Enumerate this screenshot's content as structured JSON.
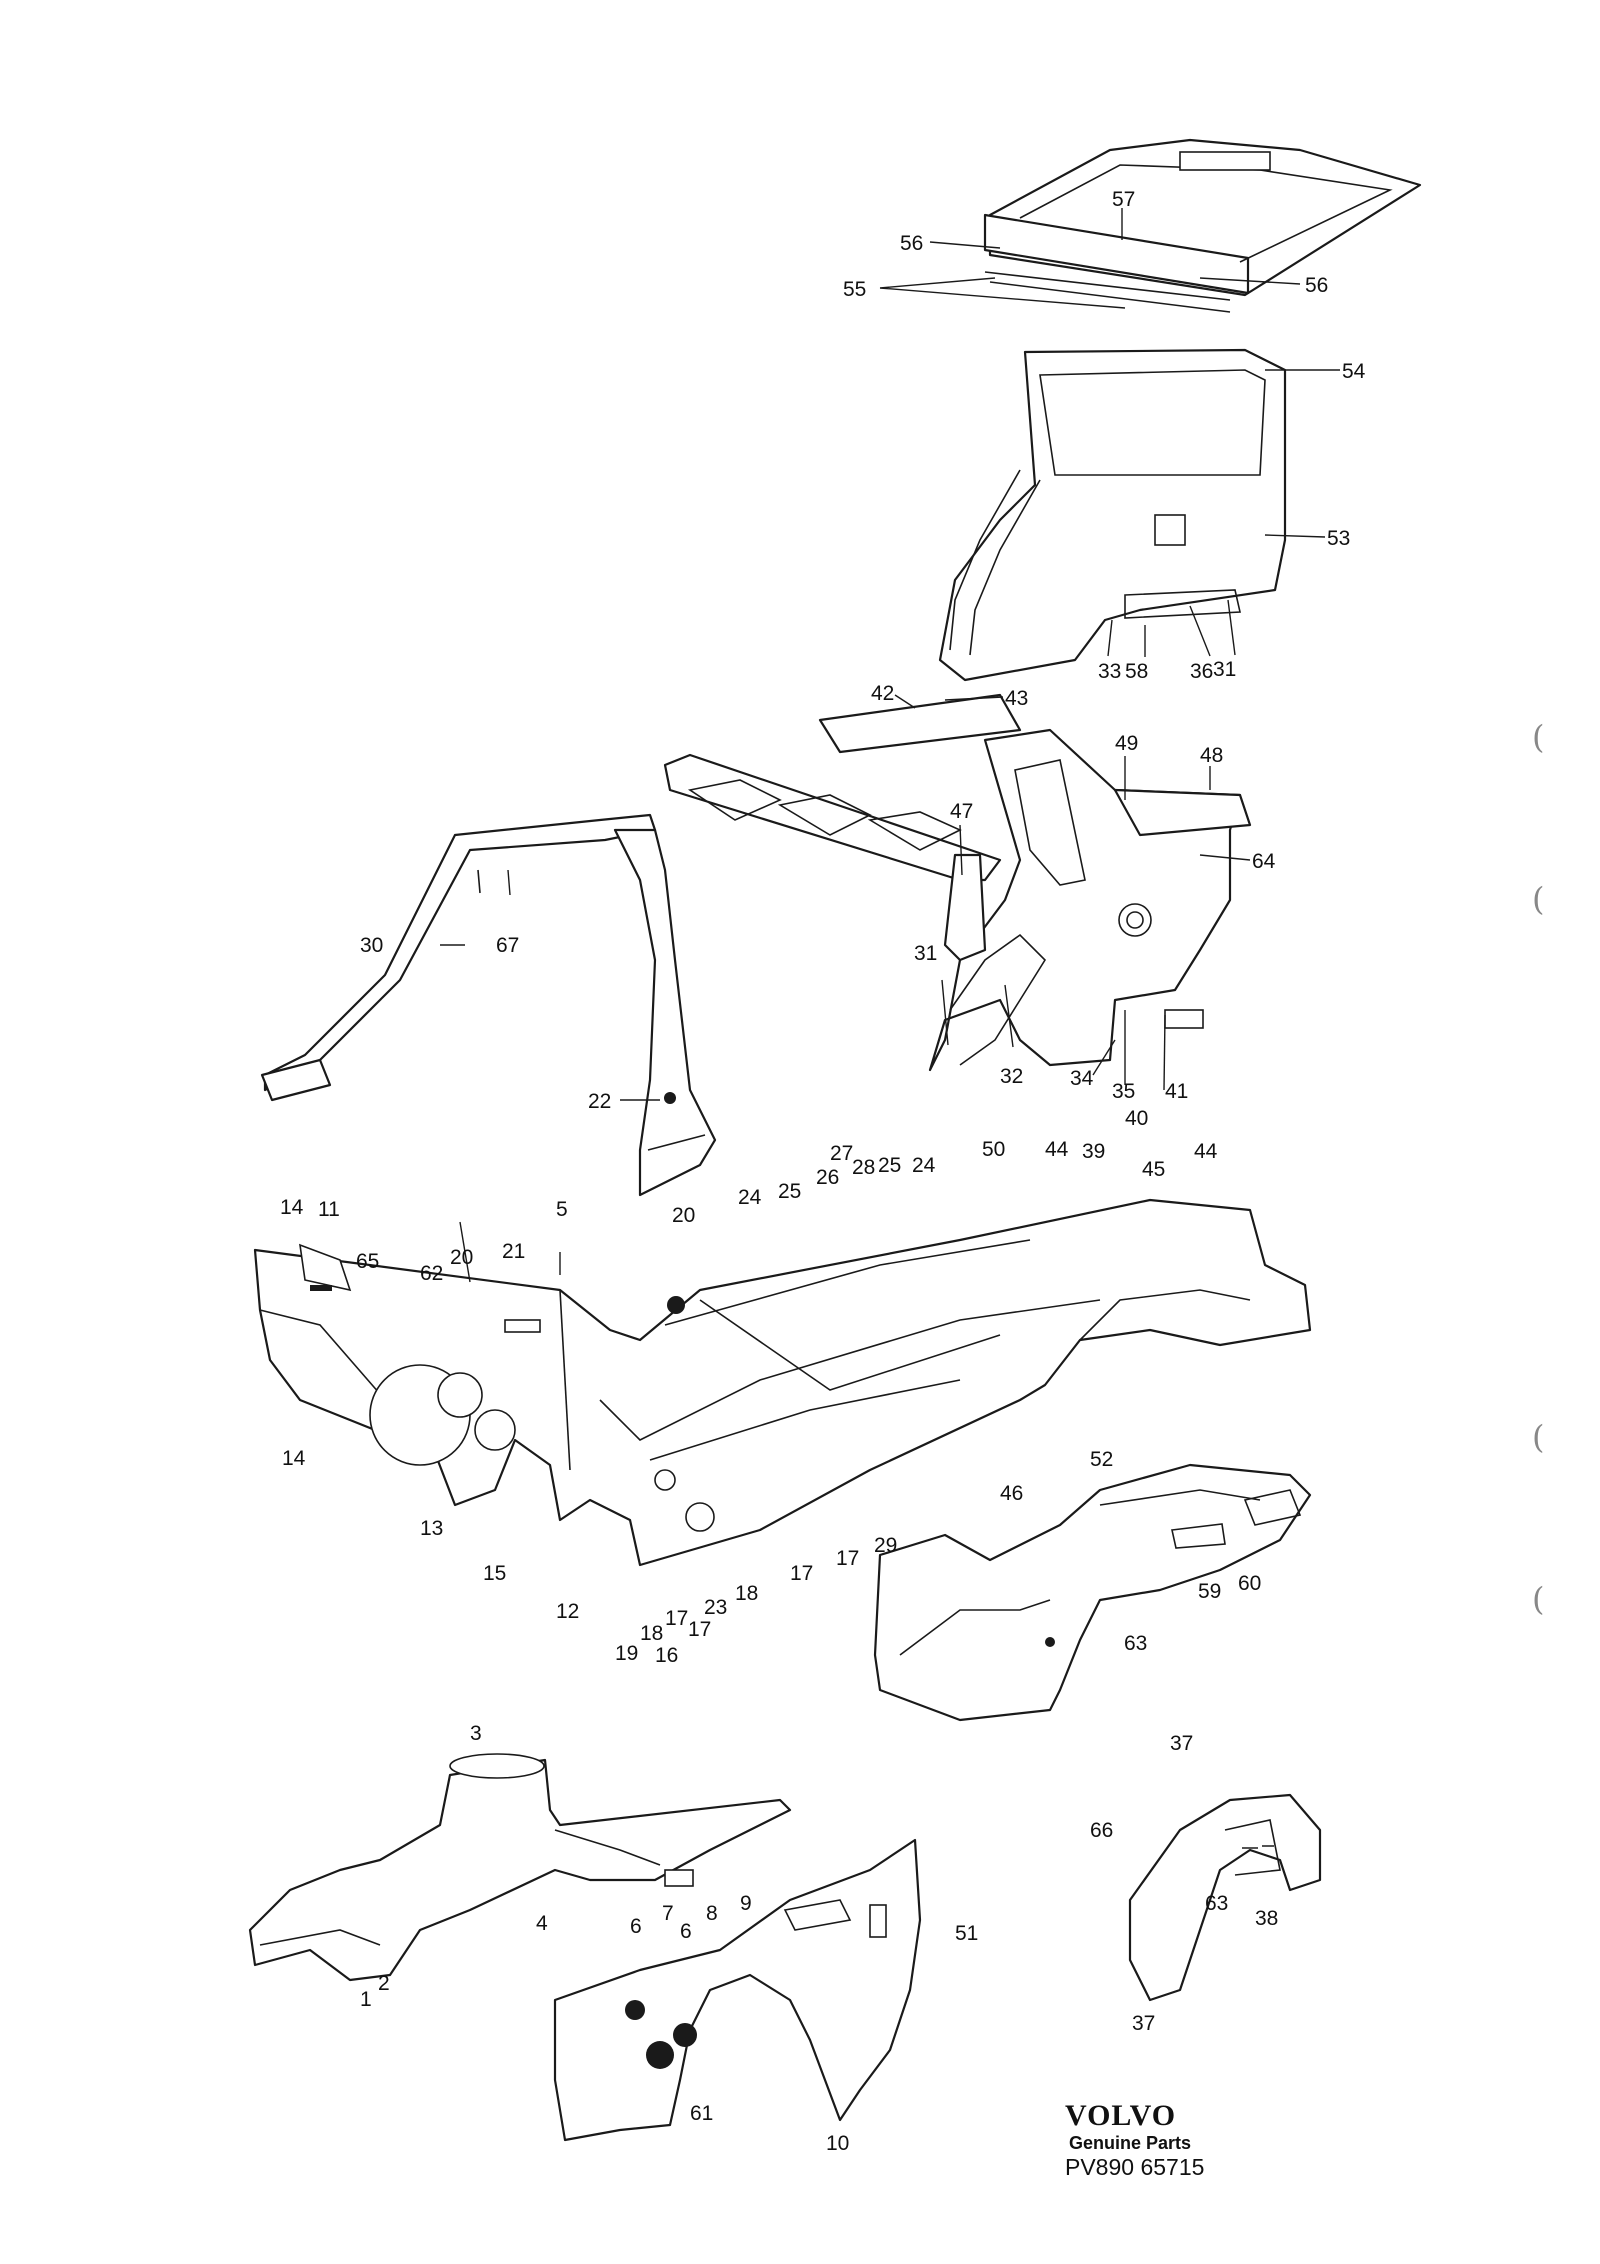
{
  "brand": {
    "logo": "VOLVO",
    "subtitle": "Genuine Parts",
    "code": "PV890 65715"
  },
  "margin_marks": [
    "(",
    "(",
    "(",
    "("
  ],
  "callouts": [
    "57",
    "56",
    "56",
    "55",
    "54",
    "53",
    "33",
    "58",
    "36",
    "31",
    "42",
    "43",
    "49",
    "48",
    "64",
    "47",
    "30",
    "67",
    "31",
    "32",
    "34",
    "35",
    "40",
    "41",
    "22",
    "14",
    "11",
    "65",
    "62",
    "20",
    "21",
    "5",
    "20",
    "27",
    "28",
    "25",
    "26",
    "25",
    "24",
    "24",
    "50",
    "44",
    "39",
    "45",
    "44",
    "14",
    "13",
    "15",
    "12",
    "19",
    "18",
    "16",
    "17",
    "23",
    "17",
    "18",
    "17",
    "17",
    "29",
    "46",
    "52",
    "59",
    "60",
    "63",
    "3",
    "4",
    "1",
    "2",
    "6",
    "7",
    "6",
    "8",
    "9",
    "51",
    "61",
    "10",
    "37",
    "66",
    "63",
    "38",
    "37"
  ]
}
